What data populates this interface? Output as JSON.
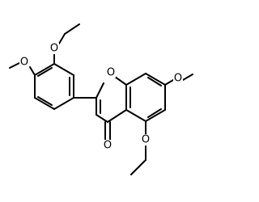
{
  "molecule": {
    "atom_labels": {
      "ring_oxygen": "O",
      "carbonyl_oxygen": "O",
      "ethoxy_oxygen_b_ring": "O",
      "methoxy_oxygen_b_ring": "O",
      "methoxy_oxygen_a_ring": "O",
      "ethoxy_oxygen_a_ring": "O"
    },
    "colors": {
      "bond": "#000000",
      "label": "#000000",
      "background": "#ffffff"
    }
  }
}
